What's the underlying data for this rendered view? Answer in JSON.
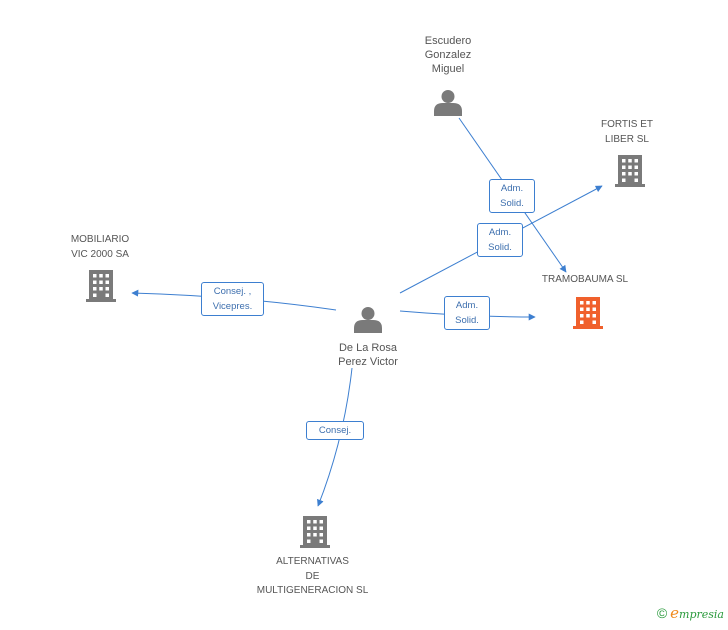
{
  "nodes": {
    "escudero": {
      "label": "Escudero\nGonzalez\nMiguel",
      "type": "person"
    },
    "fortis": {
      "label": "FORTIS ET\nLIBER SL",
      "type": "company"
    },
    "mobiliario": {
      "label": "MOBILIARIO\nVIC 2000 SA",
      "type": "company"
    },
    "tramobauma": {
      "label": "TRAMOBAUMA SL",
      "type": "company-highlight"
    },
    "delarosa": {
      "label": "De La Rosa\nPerez Victor",
      "type": "person"
    },
    "alternativas": {
      "label": "ALTERNATIVAS\nDE\nMULTIGENERACION SL",
      "type": "company"
    }
  },
  "edges": {
    "escudero_tramobauma": {
      "label": "Adm.\nSolid."
    },
    "delarosa_fortis": {
      "label": "Adm.\nSolid."
    },
    "delarosa_mobiliario": {
      "label": "Consej. ,\nVicepres."
    },
    "delarosa_tramobauma": {
      "label": "Adm.\nSolid."
    },
    "delarosa_alternativas": {
      "label": "Consej."
    }
  },
  "colors": {
    "edge": "#3d7fd0",
    "icon": "#7a7a7a",
    "highlight": "#f0602c",
    "brand_green": "#2a9a3c",
    "brand_orange": "#f08a1c"
  },
  "footer": {
    "copyright_symbol": "©",
    "brand_initial": "e",
    "brand_rest": "mpresia"
  }
}
